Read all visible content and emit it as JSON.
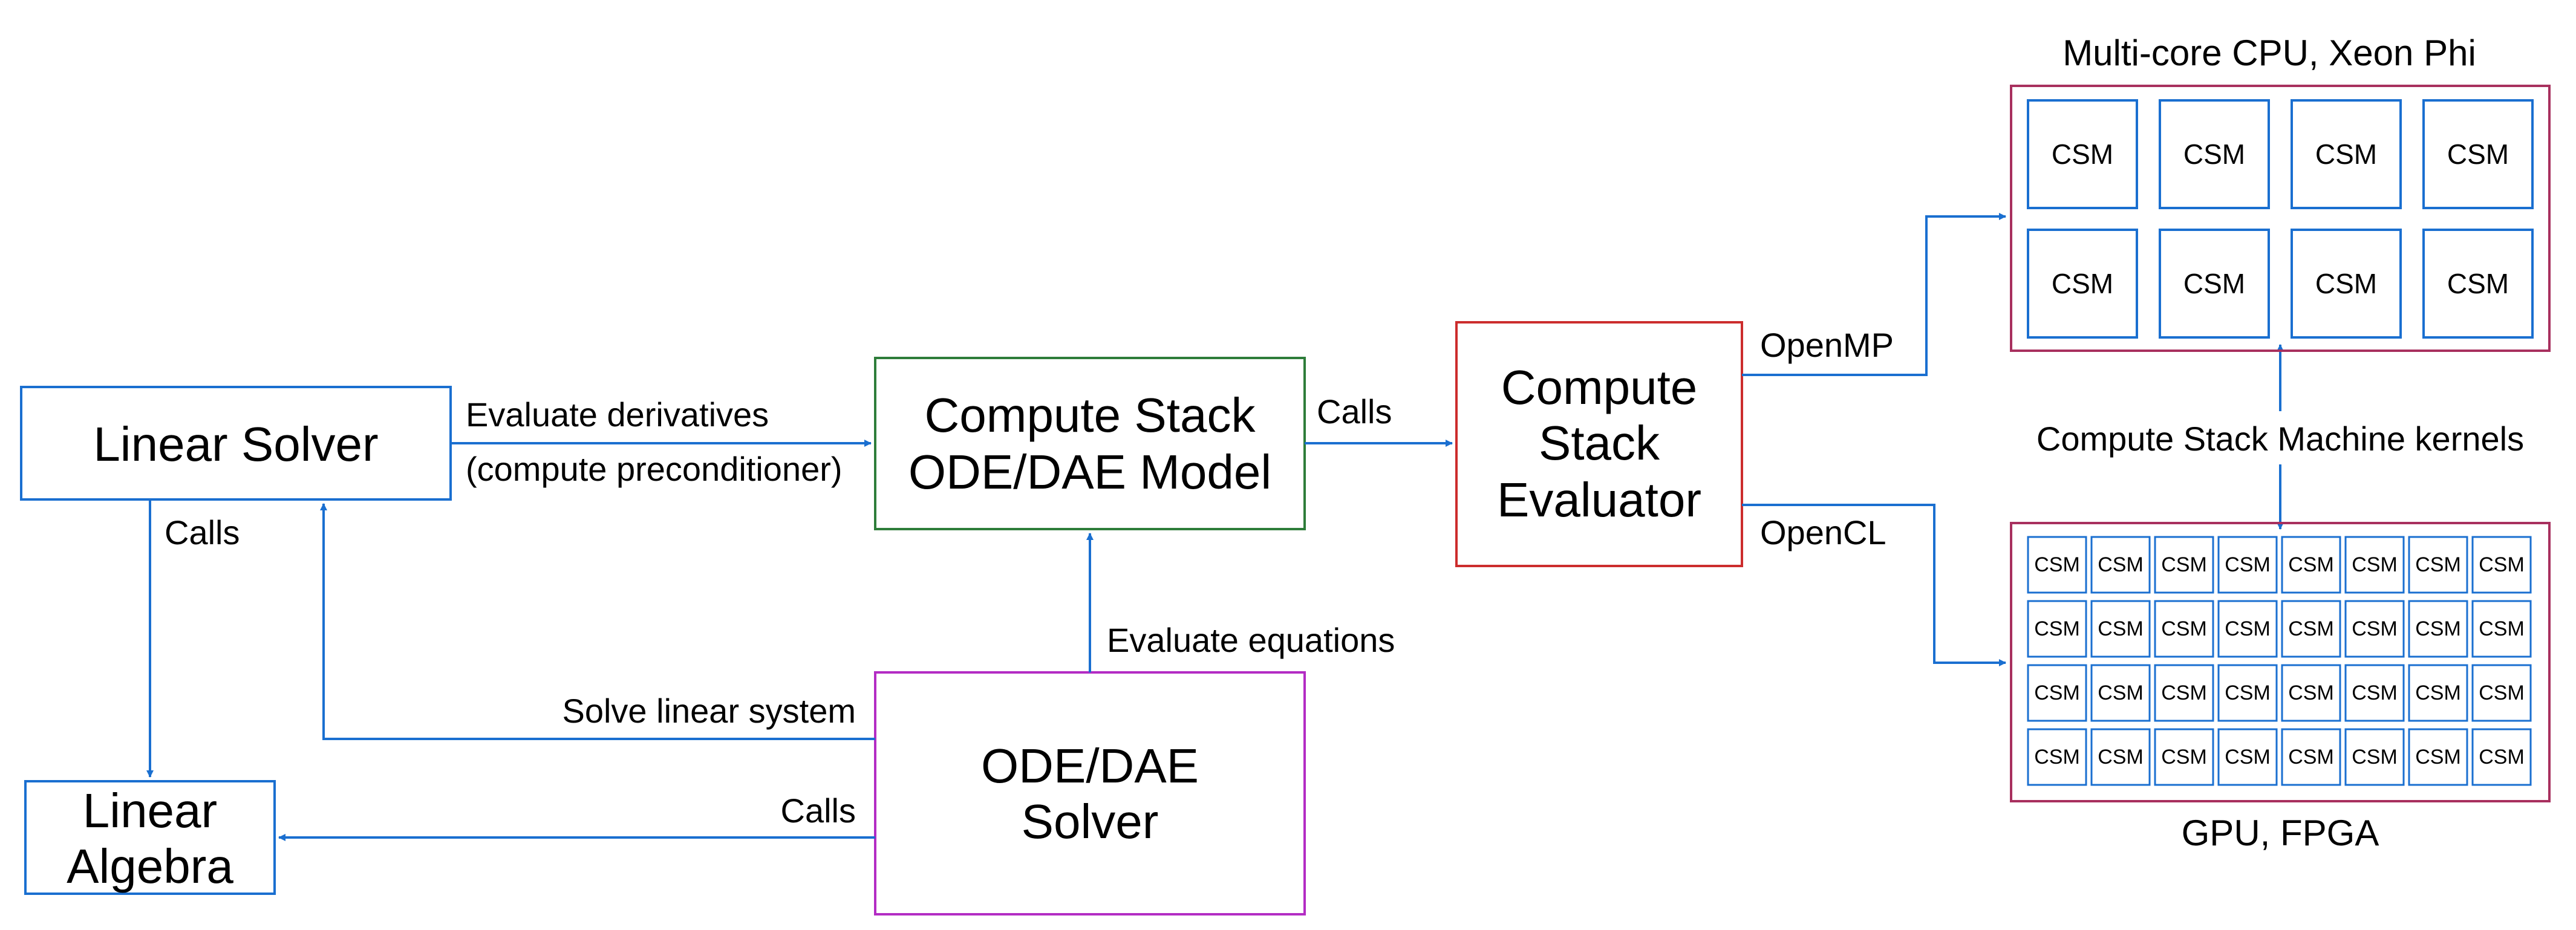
{
  "colors": {
    "arrow": "#1a6fd0",
    "linear_solver_border": "#1a6fd0",
    "linear_algebra_border": "#1a6fd0",
    "model_border": "#2e7d3a",
    "evaluator_border": "#cc2d2d",
    "ode_solver_border": "#b32cc4",
    "group_border": "#a8305e",
    "cell_border": "#1a6fd0"
  },
  "boxes": {
    "linear_solver": {
      "lines": [
        "Linear Solver"
      ]
    },
    "linear_algebra": {
      "lines": [
        "Linear",
        "Algebra"
      ]
    },
    "model": {
      "lines": [
        "Compute Stack",
        "ODE/DAE Model"
      ]
    },
    "evaluator": {
      "lines": [
        "Compute",
        "Stack",
        "Evaluator"
      ]
    },
    "ode_solver": {
      "lines": [
        "ODE/DAE",
        "Solver"
      ]
    }
  },
  "edge_labels": {
    "evaluate_derivatives": "Evaluate derivatives",
    "compute_preconditioner": "(compute preconditioner)",
    "calls_model_evaluator": "Calls",
    "calls_linear_algebra": "Calls",
    "evaluate_equations": "Evaluate equations",
    "solve_linear_system": "Solve linear system",
    "calls_solver_algebra": "Calls",
    "openmp": "OpenMP",
    "opencl": "OpenCL",
    "csm_kernels": "Compute Stack Machine kernels"
  },
  "groups": {
    "cpu": {
      "title": "Multi-core CPU, Xeon Phi",
      "cell_label": "CSM",
      "rows": 2,
      "cols": 4
    },
    "gpu": {
      "title": "GPU, FPGA",
      "cell_label": "CSM",
      "rows": 4,
      "cols": 8
    }
  }
}
